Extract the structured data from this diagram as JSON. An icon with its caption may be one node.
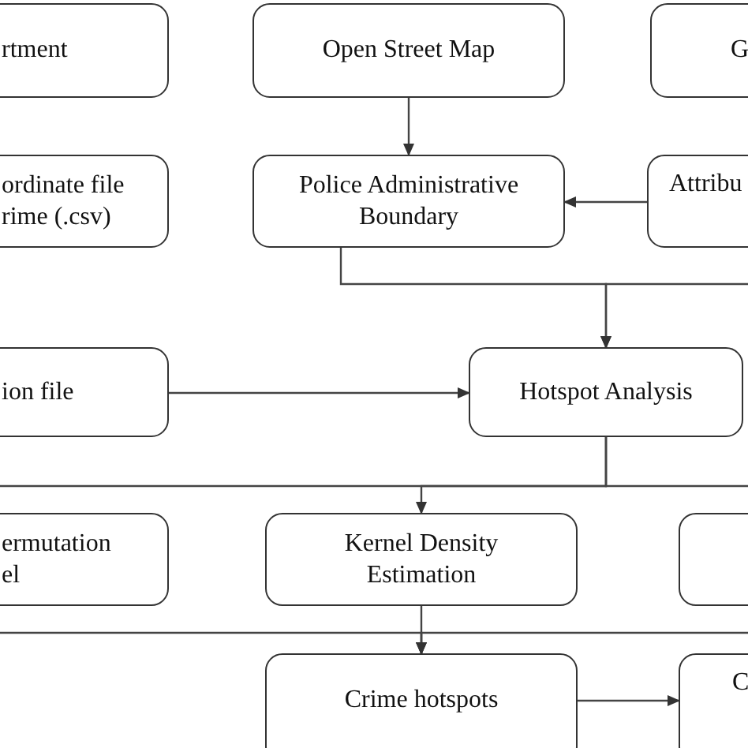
{
  "diagram": {
    "nodes": [
      {
        "text": [
          "rtment"
        ]
      },
      {
        "text": [
          "Open Street Map"
        ]
      },
      {
        "text": [
          "G"
        ]
      },
      {
        "text": [
          "ordinate file rime (.csv)"
        ]
      },
      {
        "text": [
          "Police Administrative Boundary"
        ]
      },
      {
        "text": [
          "Attribu"
        ]
      },
      {
        "text": [
          "ion file"
        ]
      },
      {
        "text": [
          "Hotspot Analysis"
        ]
      },
      {
        "text": [
          "ermutation el"
        ]
      },
      {
        "text": [
          "Kernel Density Estimation"
        ]
      },
      {
        "text": [],
        "shape": "box"
      },
      {
        "text": [
          "Crime hotspots"
        ]
      },
      {
        "text": [
          "C"
        ]
      }
    ],
    "edges": [
      {
        "from": 1,
        "to": 4,
        "arrow": "to"
      },
      {
        "from": 5,
        "to": 4,
        "arrow": "to"
      },
      {
        "from": 4,
        "to": 7,
        "arrow": "to"
      },
      {
        "from": null,
        "to": 7,
        "arrow": "to"
      },
      {
        "from": 6,
        "to": 7,
        "arrow": "to"
      },
      {
        "from": 7,
        "to": 9,
        "arrow": "to"
      },
      {
        "from": 7,
        "to": null,
        "arrow": "none"
      },
      {
        "from": 7,
        "to": null,
        "arrow": "none"
      },
      {
        "from": 9,
        "to": 11,
        "arrow": "to"
      },
      {
        "from": null,
        "to": 11,
        "arrow": "to"
      },
      {
        "from": null,
        "to": 11,
        "arrow": "to"
      },
      {
        "from": 11,
        "to": 12,
        "arrow": "to"
      }
    ]
  }
}
